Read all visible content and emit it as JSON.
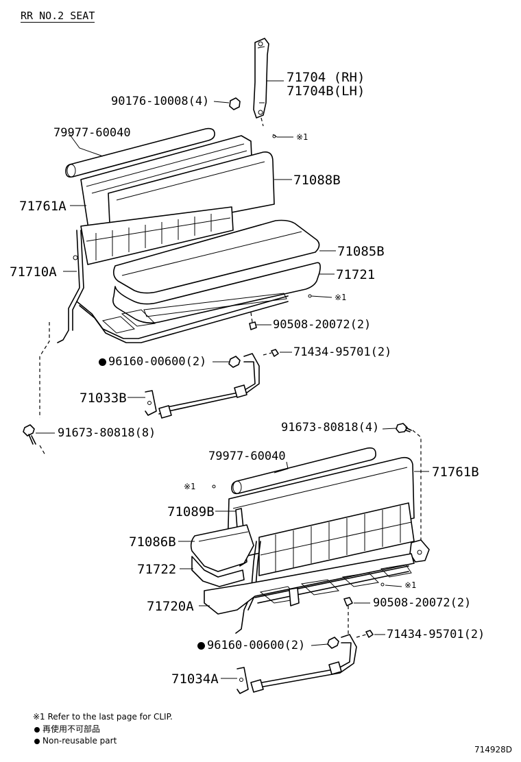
{
  "title": "RR NO.2 SEAT",
  "labels": {
    "p71704_rh": "71704 (RH)",
    "p71704b_lh": "71704B(LH)",
    "p90176": "90176-10008(4)",
    "p79977_top": "79977-60040",
    "p71088b": "71088B",
    "p71761a": "71761A",
    "p71085b": "71085B",
    "p71710a": "71710A",
    "p71721": "71721",
    "p90508_top": "90508-20072(2)",
    "p96160_top": "96160-00600(2)",
    "p71434_top": "71434-95701(2)",
    "p71033b": "71033B",
    "p91673_left": "91673-80818(8)",
    "p91673_right": "91673-80818(4)",
    "p79977_bottom": "79977-60040",
    "p71761b": "71761B",
    "p71089b": "71089B",
    "p71086b": "71086B",
    "p71722": "71722",
    "p71720a": "71720A",
    "p90508_bottom": "90508-20072(2)",
    "p96160_bottom": "96160-00600(2)",
    "p71434_bottom": "71434-95701(2)",
    "p71034a": "71034A",
    "clip1": "※1",
    "clip2": "※1",
    "clip3": "※1",
    "clip4": "※1"
  },
  "notes": {
    "n1": "※1  Refer to the last page for CLIP.",
    "n2": "再使用不可部品",
    "n3": "Non-reusable part"
  },
  "figure_id": "714928D"
}
